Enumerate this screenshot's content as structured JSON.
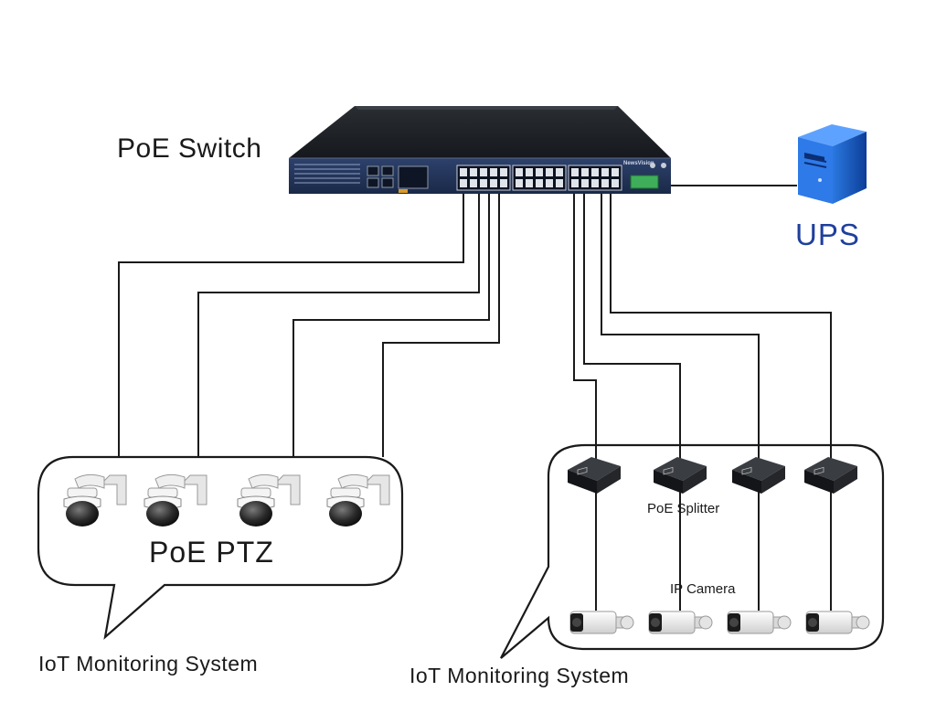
{
  "labels": {
    "switch": "PoE Switch",
    "ups": "UPS",
    "ptz": "PoE PTZ",
    "splitter": "PoE Splitter",
    "ip_camera": "IP Camera",
    "iot_left": "IoT Monitoring System",
    "iot_right": "IoT Monitoring System",
    "brand": "NewsVision"
  },
  "diagram": {
    "nodes": [
      {
        "id": "switch",
        "type": "poe-switch",
        "label_ref": "switch"
      },
      {
        "id": "ups",
        "type": "ups",
        "label_ref": "ups"
      },
      {
        "id": "ptz-1",
        "type": "ptz-camera",
        "group": "ptz"
      },
      {
        "id": "ptz-2",
        "type": "ptz-camera",
        "group": "ptz"
      },
      {
        "id": "ptz-3",
        "type": "ptz-camera",
        "group": "ptz"
      },
      {
        "id": "ptz-4",
        "type": "ptz-camera",
        "group": "ptz"
      },
      {
        "id": "splitter-1",
        "type": "poe-splitter",
        "group": "splitter"
      },
      {
        "id": "splitter-2",
        "type": "poe-splitter",
        "group": "splitter"
      },
      {
        "id": "splitter-3",
        "type": "poe-splitter",
        "group": "splitter"
      },
      {
        "id": "splitter-4",
        "type": "poe-splitter",
        "group": "splitter"
      },
      {
        "id": "ipcam-1",
        "type": "bullet-camera",
        "group": "ip_camera"
      },
      {
        "id": "ipcam-2",
        "type": "bullet-camera",
        "group": "ip_camera"
      },
      {
        "id": "ipcam-3",
        "type": "bullet-camera",
        "group": "ip_camera"
      },
      {
        "id": "ipcam-4",
        "type": "bullet-camera",
        "group": "ip_camera"
      }
    ],
    "edges": [
      {
        "from": "switch",
        "to": "ups"
      },
      {
        "from": "switch",
        "to": "ptz-1"
      },
      {
        "from": "switch",
        "to": "ptz-2"
      },
      {
        "from": "switch",
        "to": "ptz-3"
      },
      {
        "from": "switch",
        "to": "ptz-4"
      },
      {
        "from": "switch",
        "to": "splitter-1"
      },
      {
        "from": "switch",
        "to": "splitter-2"
      },
      {
        "from": "switch",
        "to": "splitter-3"
      },
      {
        "from": "switch",
        "to": "splitter-4"
      },
      {
        "from": "splitter-1",
        "to": "ipcam-1"
      },
      {
        "from": "splitter-2",
        "to": "ipcam-2"
      },
      {
        "from": "splitter-3",
        "to": "ipcam-3"
      },
      {
        "from": "splitter-4",
        "to": "ipcam-4"
      }
    ],
    "groups": [
      {
        "id": "ptz-group",
        "members": [
          "ptz-1",
          "ptz-2",
          "ptz-3",
          "ptz-4"
        ],
        "callout_label_ref": "iot_left"
      },
      {
        "id": "ipcam-group",
        "members": [
          "splitter-1",
          "splitter-2",
          "splitter-3",
          "splitter-4",
          "ipcam-1",
          "ipcam-2",
          "ipcam-3",
          "ipcam-4"
        ],
        "callout_label_ref": "iot_right"
      }
    ]
  },
  "colors": {
    "switch_body": "#1c1f24",
    "switch_face": "#23355c",
    "ups_blue": "#1d5fc7",
    "ups_label": "#1f3f9e",
    "wire": "#1a1a1a",
    "camera_white": "#f2f2f2"
  }
}
